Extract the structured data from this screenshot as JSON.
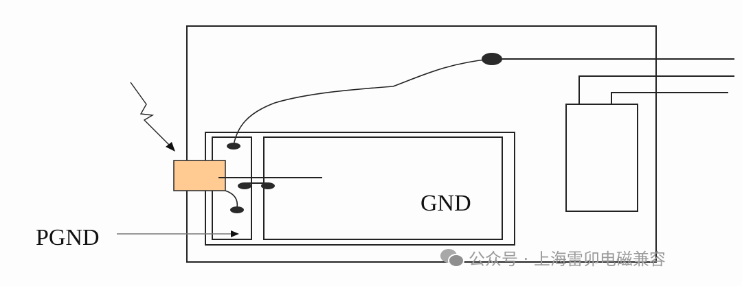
{
  "labels": {
    "pgnd": "PGND",
    "gnd": "GND"
  },
  "watermark": {
    "text": "公众号 · 上海雷卯电磁兼容",
    "icon": "wechat-icon"
  },
  "colors": {
    "connector": "#ffcb92",
    "line": "#222222",
    "watermark": "#9a9a9a"
  }
}
